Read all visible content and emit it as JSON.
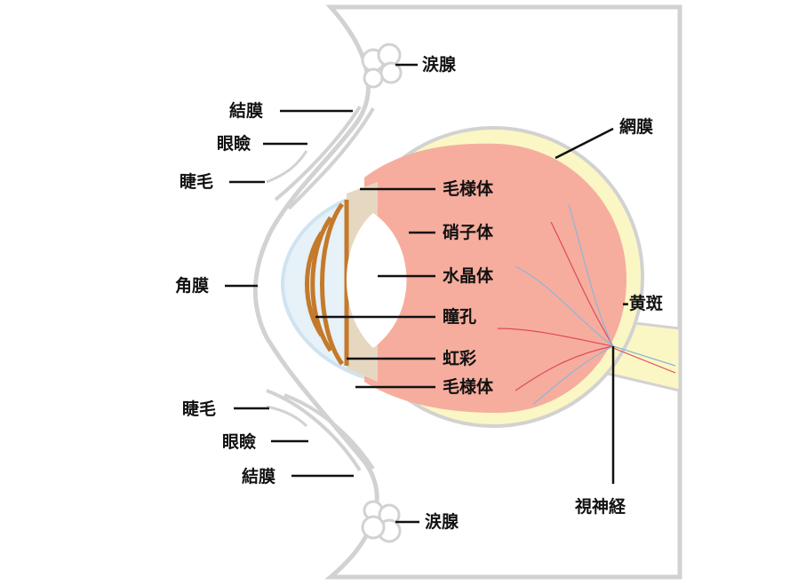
{
  "title": "Eye anatomy diagram",
  "colors": {
    "vitreous": "#f6ad9e",
    "sclera": "#fbf7c4",
    "outline": "#d2d2d2",
    "iris": "#c47a2a",
    "cornea": "#dcecf6",
    "vessel_red": "#e0485a",
    "vessel_blue": "#8fb4d8"
  },
  "labels": {
    "lacrimal_gland_top": "涙腺",
    "conjunctiva_top": "結膜",
    "eyelid_top": "眼瞼",
    "eyelash_top": "睫毛",
    "retina": "網膜",
    "ciliary_body_top": "毛様体",
    "vitreous_body": "硝子体",
    "lens": "水晶体",
    "cornea": "角膜",
    "macula": "-黄斑",
    "pupil": "瞳孔",
    "iris": "虹彩",
    "ciliary_body_bottom": "毛様体",
    "eyelash_bottom": "睫毛",
    "eyelid_bottom": "眼瞼",
    "conjunctiva_bottom": "結膜",
    "lacrimal_gland_bottom": "涙腺",
    "optic_nerve": "視神経"
  }
}
